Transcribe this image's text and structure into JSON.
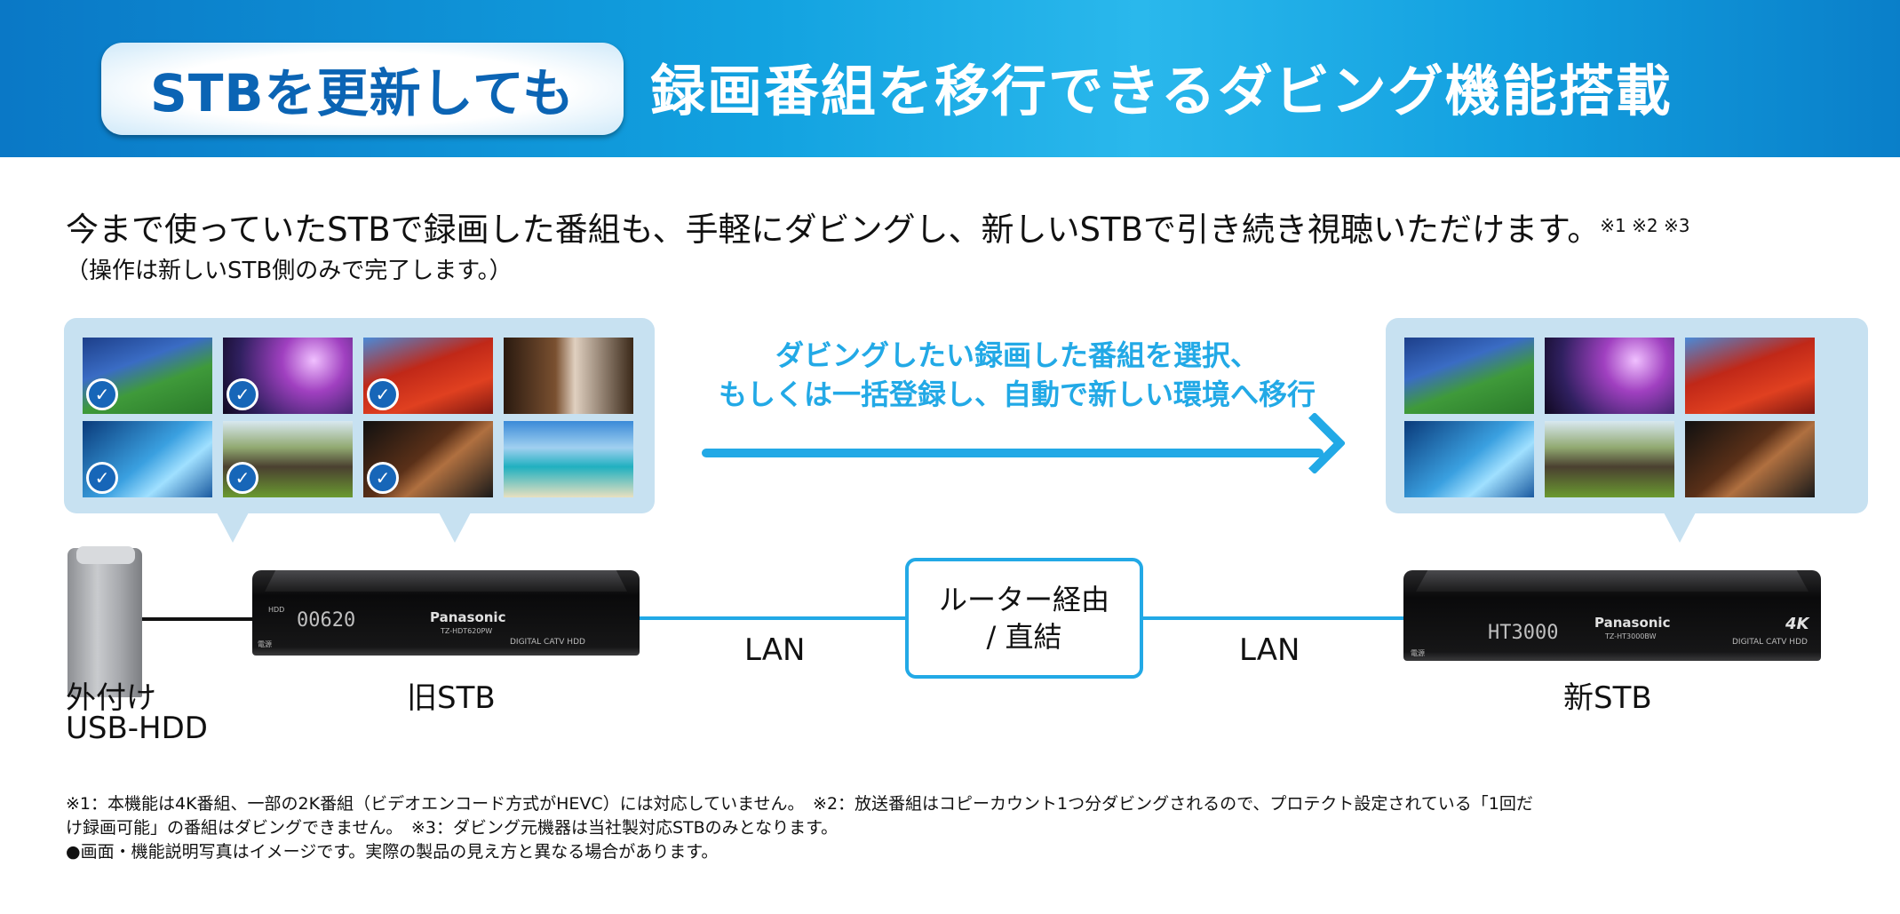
{
  "header": {
    "pill": "STBを更新しても",
    "title": "録画番組を移行できるダビング機能搭載",
    "colors": {
      "accent": "#22a9e6",
      "pill_text": "#0b64b4"
    }
  },
  "intro": {
    "text": "今まで使っていたSTBで録画した番組も、手軽にダビングし、新しいSTBで引き続き視聴いただけます。",
    "notes": "※1 ※2 ※3",
    "sub": "（操作は新しいSTB側のみで完了します。）"
  },
  "arrow": {
    "line1": "ダビングしたい録画した番組を選択、",
    "line2": "もしくは一括登録し、自動で新しい環境へ移行"
  },
  "old_thumbnails": [
    {
      "name": "soccer",
      "checked": true
    },
    {
      "name": "guitarist",
      "checked": true
    },
    {
      "name": "pagoda",
      "checked": true
    },
    {
      "name": "bar",
      "checked": false
    },
    {
      "name": "lab",
      "checked": true
    },
    {
      "name": "wildebeest",
      "checked": true
    },
    {
      "name": "violin",
      "checked": true
    },
    {
      "name": "beach",
      "checked": false
    }
  ],
  "new_thumbnails": [
    "soccer",
    "guitarist",
    "pagoda",
    "lab",
    "wildebeest",
    "violin"
  ],
  "devices": {
    "hdd_label_1": "外付け",
    "hdd_label_2": "USB-HDD",
    "old_stb": {
      "label": "旧STB",
      "brand": "Panasonic",
      "model": "TZ-HDT620PW",
      "display": "00620",
      "display_prefix": "HDD",
      "badges": "DIGITAL CATV  HDD",
      "power": "電源"
    },
    "new_stb": {
      "label": "新STB",
      "brand": "Panasonic",
      "model": "TZ-HT3000BW",
      "display": "HT3000",
      "badges": "DIGITAL CATV  HDD",
      "badge_4k": "4K",
      "power": "電源"
    },
    "router_line1": "ルーター経由",
    "router_line2": "/ 直結",
    "lan_left": "LAN",
    "lan_right": "LAN"
  },
  "footnotes": [
    "※1：本機能は4K番組、一部の2K番組（ビデオエンコード方式がHEVC）には対応していません。　※2：放送番組はコピーカウント1つ分ダビングされるので、プロテクト設定されている「1回だ",
    "け録画可能」の番組はダビングできません。　※3：ダビング元機器は当社製対応STBのみとなります。",
    "●画面・機能説明写真はイメージです。実際の製品の見え方と異なる場合があります。"
  ]
}
